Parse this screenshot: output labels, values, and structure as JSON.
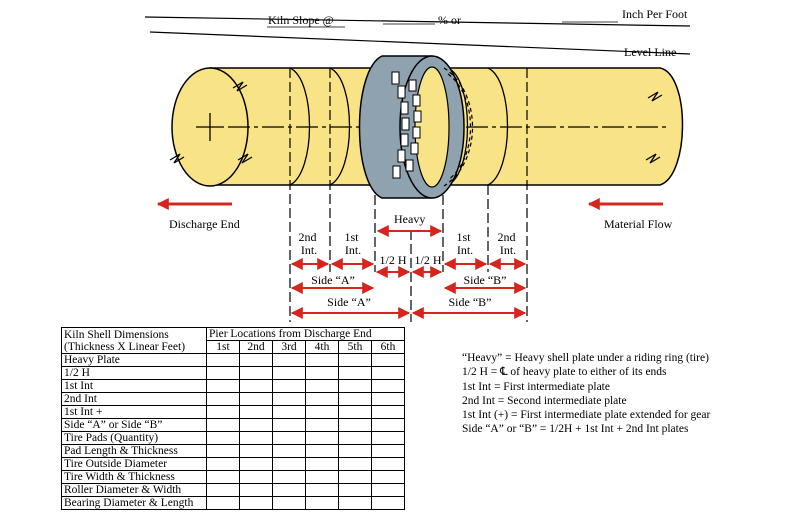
{
  "slope": {
    "kiln_slope": "Kiln Slope @",
    "percent_or": "% or",
    "inch_per_foot": "Inch Per Foot",
    "level_line": "Level Line"
  },
  "labels": {
    "discharge_end": "Discharge End",
    "material_flow": "Material Flow",
    "heavy": "Heavy",
    "second_int_left": [
      "2nd",
      "Int."
    ],
    "first_int_left": [
      "1st",
      "Int."
    ],
    "half_h_left": "1/2 H",
    "half_h_right": "1/2 H",
    "first_int_right": [
      "1st",
      "Int."
    ],
    "second_int_right": [
      "2nd",
      "Int."
    ],
    "side_a_inner": "Side “A”",
    "side_b_inner": "Side “B”",
    "side_a_outer": "Side “A”",
    "side_b_outer": "Side “B”"
  },
  "colors": {
    "shell": "#f9e387",
    "tire": "#8fa2b0",
    "arrow": "#d6251f"
  },
  "table": {
    "header_left": [
      "Kiln Shell Dimensions",
      "(Thickness X Linear Feet)"
    ],
    "header_pier": "Pier Locations from Discharge End",
    "piers": [
      "1st",
      "2nd",
      "3rd",
      "4th",
      "5th",
      "6th"
    ],
    "rows": [
      "Heavy Plate",
      "1/2 H",
      "1st Int",
      "2nd Int",
      "1st Int +",
      "Side “A” or Side “B”",
      "Tire Pads (Quantity)",
      "Pad Length & Thickness",
      "Tire Outside Diameter",
      "Tire Width & Thickness",
      "Roller Diameter & Width",
      "Bearing Diameter & Length"
    ]
  },
  "legend": [
    "“Heavy” = Heavy shell plate under a riding ring (tire)",
    "1/2 H = ℄ of heavy plate to either of its ends",
    "1st Int = First intermediate plate",
    "2nd Int = Second intermediate plate",
    "1st Int (+) = First intermediate plate extended for gear",
    "Side “A” or “B” = 1/2H + 1st Int + 2nd Int plates"
  ]
}
